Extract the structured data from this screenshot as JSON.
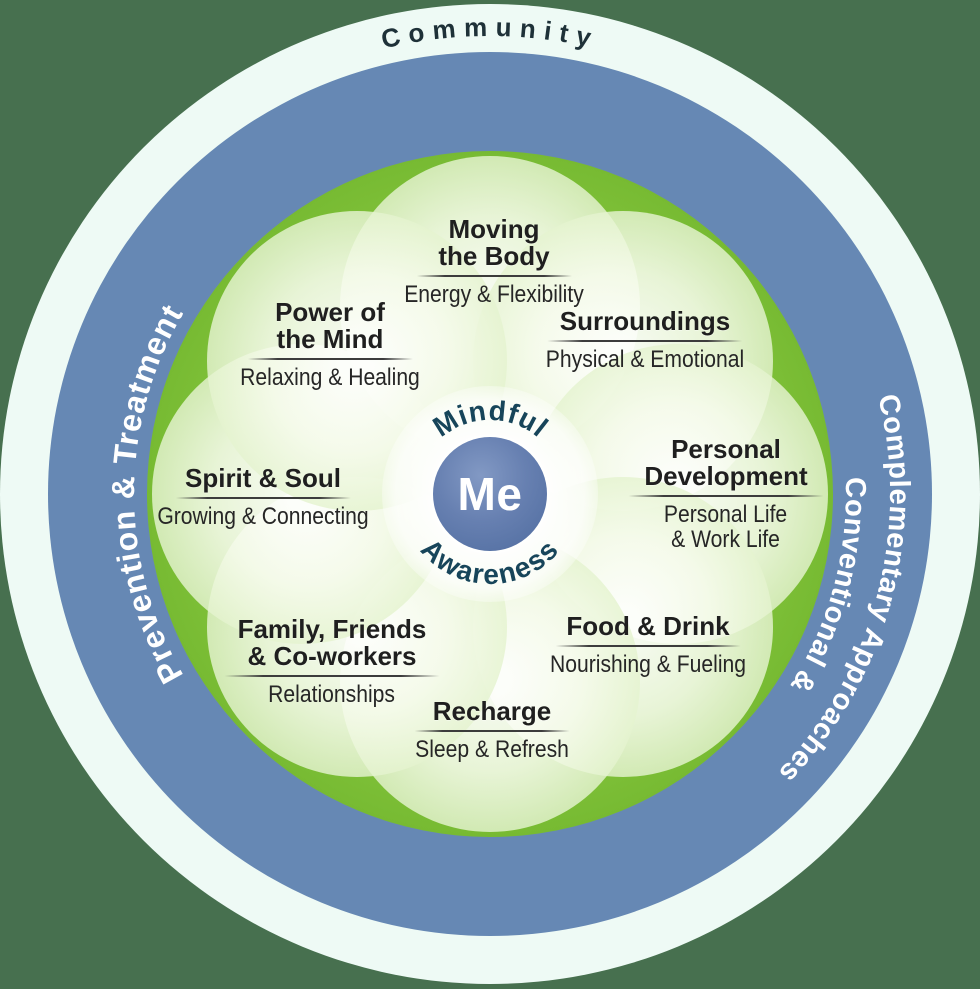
{
  "rings": {
    "community_label": "Community",
    "prevention_label": "Prevention & Treatment",
    "conventional_label_line1": "Conventional &",
    "conventional_label_line2": "Complementary Approaches"
  },
  "center": {
    "label": "Me",
    "top_arc_label": "Mindful",
    "bottom_arc_label": "Awareness"
  },
  "petals": [
    {
      "id": "moving-the-body",
      "title_lines": [
        "Moving",
        "the Body"
      ],
      "subtitle_lines": [
        "Energy & Flexibility"
      ]
    },
    {
      "id": "surroundings",
      "title_lines": [
        "Surroundings"
      ],
      "subtitle_lines": [
        "Physical & Emotional"
      ]
    },
    {
      "id": "personal-development",
      "title_lines": [
        "Personal",
        "Development"
      ],
      "subtitle_lines": [
        "Personal Life",
        "& Work Life"
      ]
    },
    {
      "id": "food-and-drink",
      "title_lines": [
        "Food & Drink"
      ],
      "subtitle_lines": [
        "Nourishing & Fueling"
      ]
    },
    {
      "id": "recharge",
      "title_lines": [
        "Recharge"
      ],
      "subtitle_lines": [
        "Sleep & Refresh"
      ]
    },
    {
      "id": "family-friends-coworkers",
      "title_lines": [
        "Family, Friends",
        "& Co-workers"
      ],
      "subtitle_lines": [
        "Relationships"
      ]
    },
    {
      "id": "spirit-and-soul",
      "title_lines": [
        "Spirit & Soul"
      ],
      "subtitle_lines": [
        "Growing & Connecting"
      ]
    },
    {
      "id": "power-of-the-mind",
      "title_lines": [
        "Power of",
        "the Mind"
      ],
      "subtitle_lines": [
        "Relaxing & Healing"
      ]
    }
  ],
  "colors": {
    "background_sage": "#47704F",
    "outer_ring_teal": "#82CEC3",
    "middle_ring_blue": "#1F4B7E",
    "inner_circle_green": "#6FB42C",
    "petal_light_green": "#E7F2D5",
    "me_circle_blue": "#5B76A8",
    "arc_text_teal": "#17455A",
    "ring_text_white": "#FFFFFF",
    "community_text": "#1E3138",
    "petal_title_text": "#1F1F1F"
  }
}
